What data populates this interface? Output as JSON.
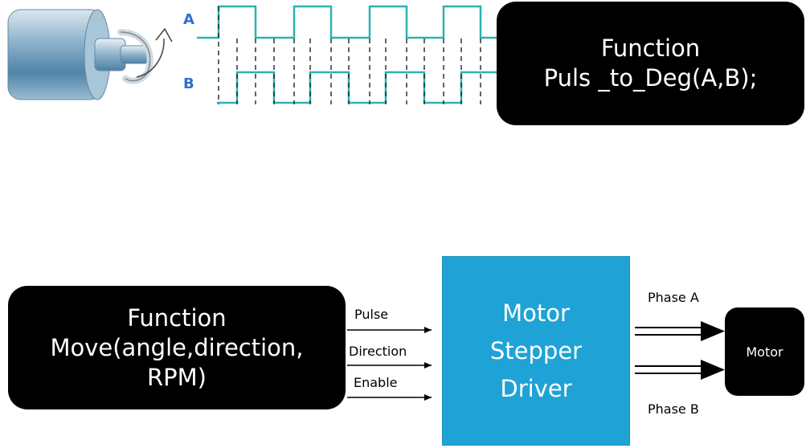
{
  "encoder": {
    "signal_a_label": "A",
    "signal_b_label": "B",
    "function_keyword": "Function",
    "function_call": "Puls _to_Deg(A,B);"
  },
  "move_function": {
    "keyword": "Function",
    "line1": "Move(angle,direction,",
    "line2": "RPM)"
  },
  "driver_inputs": [
    "Pulse",
    "Direction",
    "Enable"
  ],
  "driver": {
    "line1": "Motor",
    "line2": "Stepper",
    "line3": "Driver"
  },
  "phases": {
    "phase_a": "Phase A",
    "phase_b": "Phase B"
  },
  "motor": {
    "label": "Motor"
  },
  "colors": {
    "signal_line": "#2ab3b3",
    "driver_fill": "#1fa3d6",
    "function_box": "#000000",
    "signal_letters": "#2f6fcf"
  }
}
